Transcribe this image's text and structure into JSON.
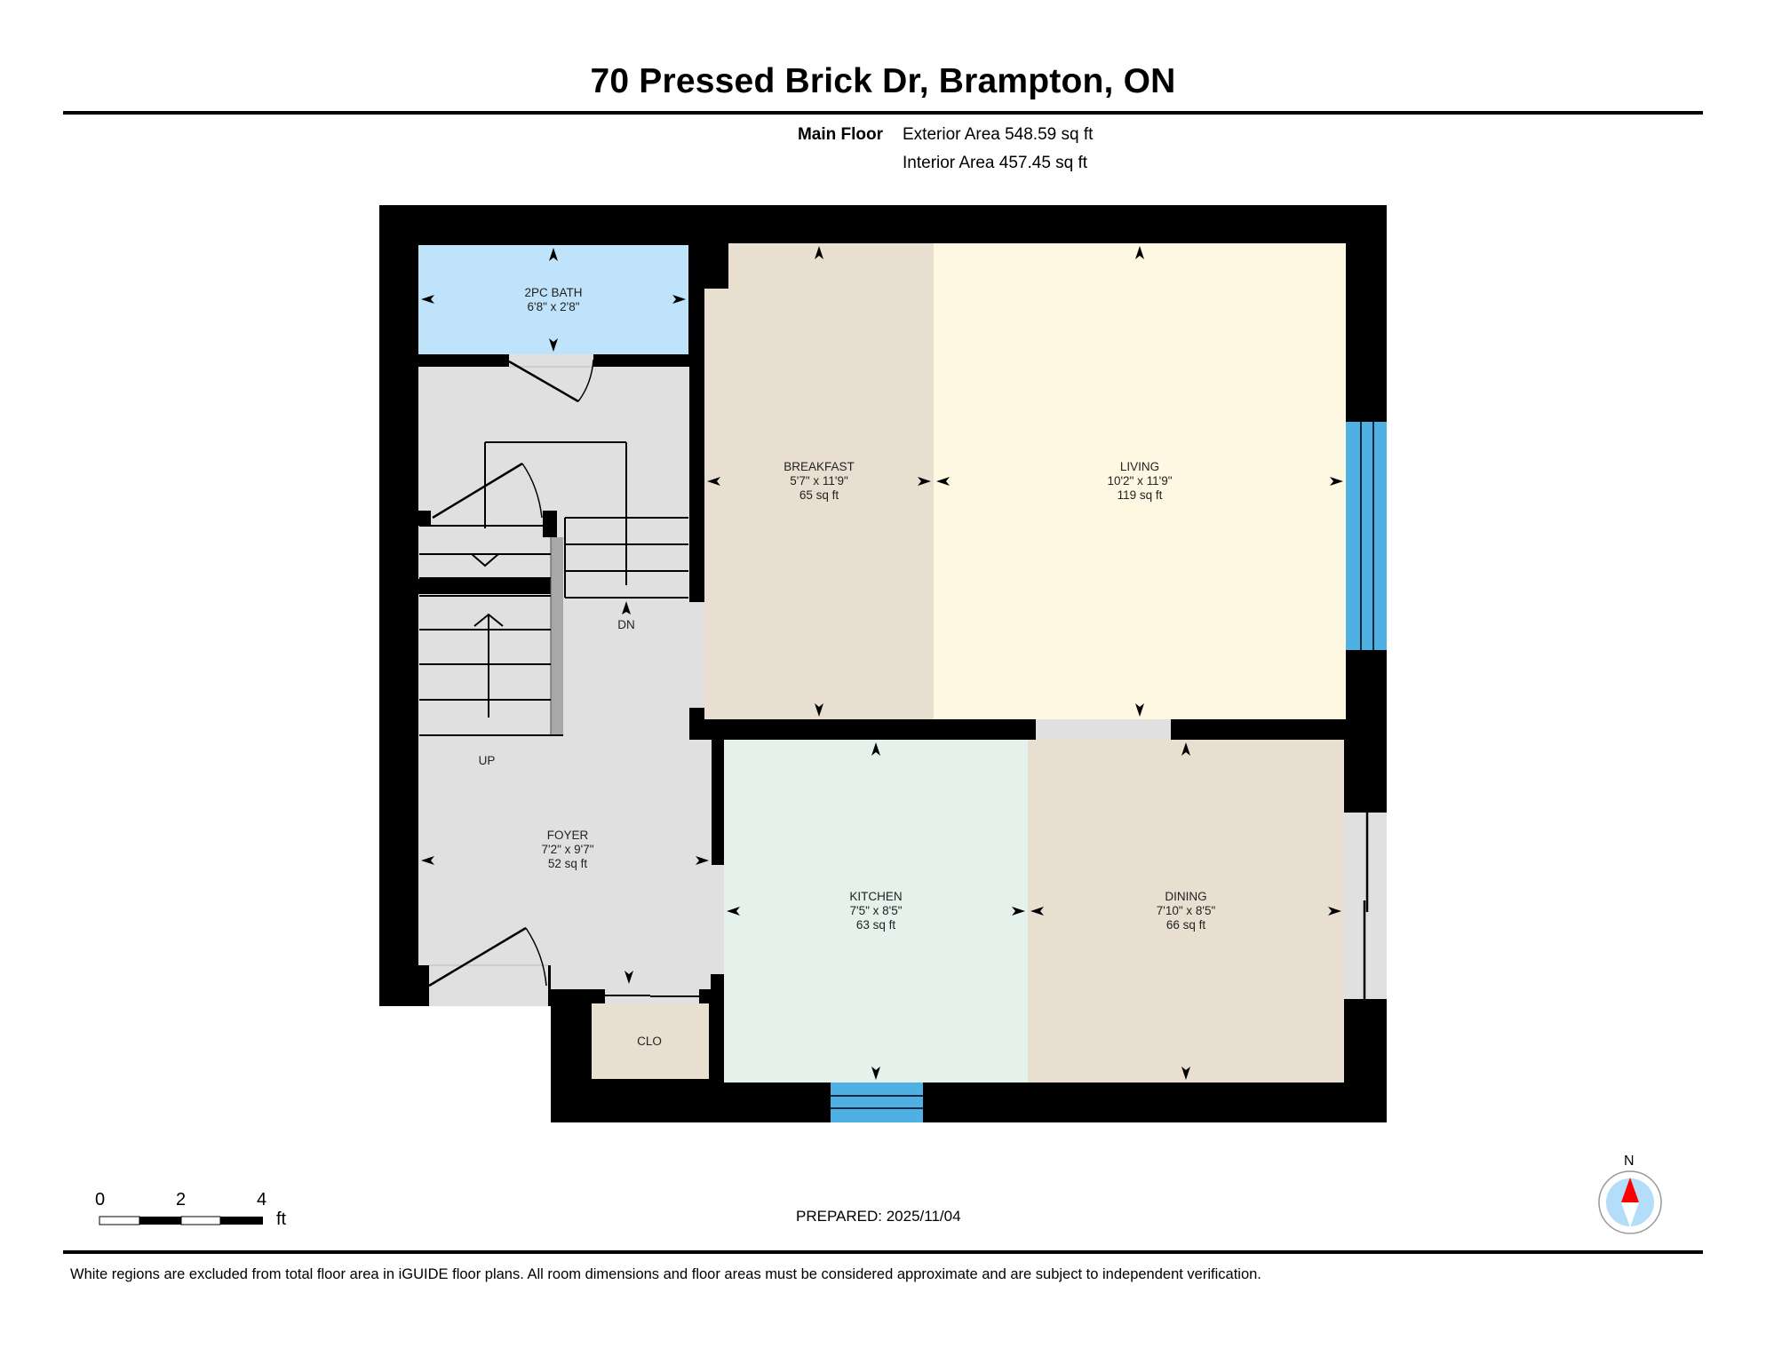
{
  "header": {
    "title": "70 Pressed Brick Dr, Brampton, ON",
    "floor_name": "Main Floor",
    "exterior_area": "Exterior Area 548.59 sq ft",
    "interior_area": "Interior Area 457.45 sq ft"
  },
  "rooms": [
    {
      "name": "2PC BATH",
      "dims": "6'8\" x 2'8\"",
      "area": "",
      "color": "#bfe3fb"
    },
    {
      "name": "BREAKFAST",
      "dims": "5'7\" x 11'9\"",
      "area": "65 sq ft",
      "color": "#e8dfd1"
    },
    {
      "name": "LIVING",
      "dims": "10'2\" x 11'9\"",
      "area": "119 sq ft",
      "color": "#fef7e1"
    },
    {
      "name": "FOYER",
      "dims": "7'2\" x 9'7\"",
      "area": "52 sq ft",
      "color": "#e0e0e0"
    },
    {
      "name": "KITCHEN",
      "dims": "7'5\" x 8'5\"",
      "area": "63 sq ft",
      "color": "#e4f2eb"
    },
    {
      "name": "DINING",
      "dims": "7'10\" x 8'5\"",
      "area": "66 sq ft",
      "color": "#e8dfd1"
    },
    {
      "name": "CLO",
      "dims": "",
      "area": "",
      "color": "#e8dfd1"
    }
  ],
  "stairs": {
    "down_label": "DN",
    "up_label": "UP"
  },
  "colors": {
    "wall": "#000000",
    "window": "#4fb0e3",
    "opening": "#e0e0e0",
    "railing": "#a8a8a8",
    "compass_red": "#ff0000",
    "compass_blue": "#b3ddf8"
  },
  "scale_bar": {
    "ticks": [
      "0",
      "2",
      "4"
    ],
    "unit": "ft"
  },
  "compass": {
    "label": "N"
  },
  "footer": {
    "prepared": "PREPARED: 2025/11/04",
    "disclaimer": "White regions are excluded from total floor area in iGUIDE floor plans. All room dimensions and floor areas must be considered approximate and are subject to independent verification."
  }
}
